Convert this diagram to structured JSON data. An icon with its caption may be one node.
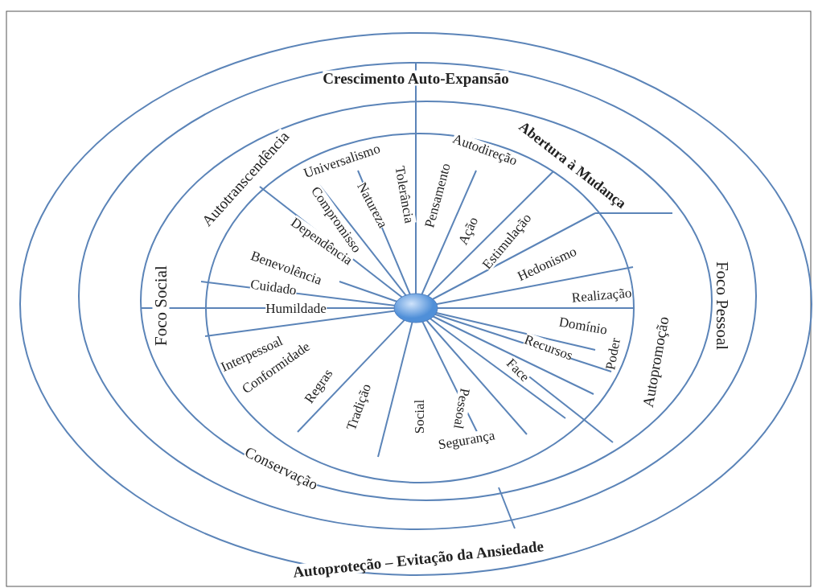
{
  "diagram": {
    "labels": [
      "Crescimento Auto-Expansão",
      "Autotranscendência",
      "Abertura à Mudança",
      "Universalismo",
      "Autodireção",
      "Compromisso",
      "Natureza",
      "Tolerância",
      "Pensamento",
      "Ação",
      "Dependência",
      "Estimulação",
      "Benevolência",
      "Hedonismo",
      "Cuidado",
      "Foco Social",
      "Humildade",
      "Realização",
      "Foco Pessoal",
      "Autopromoção",
      "Domínio",
      "Interpessoal",
      "Recursos",
      "Poder",
      "Conformidade",
      "Regras",
      "Face",
      "Tradição",
      "Social",
      "Pessoal",
      "Segurança",
      "Conservação",
      "Autoproteção – Evitação da Ansiedade"
    ]
  }
}
